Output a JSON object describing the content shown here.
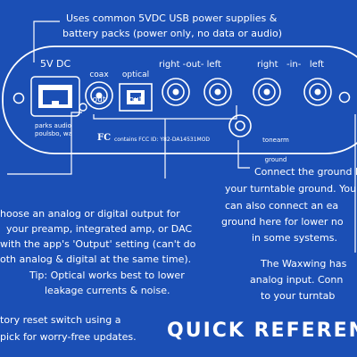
{
  "colors": {
    "background": "#1b4fb5",
    "ink": "#ffffff"
  },
  "callouts": {
    "power_line1": "Uses common 5VDC USB power supplies &",
    "power_line2": "battery packs (power only, no data or audio)",
    "ground_line1": "Connect the ground lug to",
    "ground_line2": "your turntable ground. You",
    "ground_line3": "can also connect an ea",
    "ground_line4": "ground here for lower no",
    "ground_line5": "in some systems.",
    "output_line1": "hoose an analog or digital output for",
    "output_line2": "your preamp, integrated amp, or DAC",
    "output_line3": "with the app's 'Output' setting (can't do",
    "output_line4": "oth analog & digital at the same time).",
    "tip_line1": "Tip: Optical works best to lower",
    "tip_line2": "leakage currents & noise.",
    "waxwing_line1": "The Waxwing has",
    "waxwing_line2": "analog input. Conn",
    "waxwing_line3": "to your turntab",
    "reset_line1": "tory reset switch using a",
    "reset_line2": "pick for worry-free updates."
  },
  "panel": {
    "power_label": "5V DC",
    "coax_label_line1": "coax",
    "coax_label_line2": "out",
    "optical_label_line1": "optical",
    "optical_label_line2": "out",
    "right_out_label": "right -out- left",
    "right_in_label": "right   -in-   left",
    "brand_line1": "parks audio",
    "brand_line2": "poulsbo, wa",
    "fcc_logo": "FC",
    "fcc_text": "contains FCC ID: Y82-DA14531MOD",
    "ground_label_line1": "tonearm",
    "ground_label_line2": "ground"
  },
  "footer": {
    "title": "QUICK REFEREN"
  }
}
